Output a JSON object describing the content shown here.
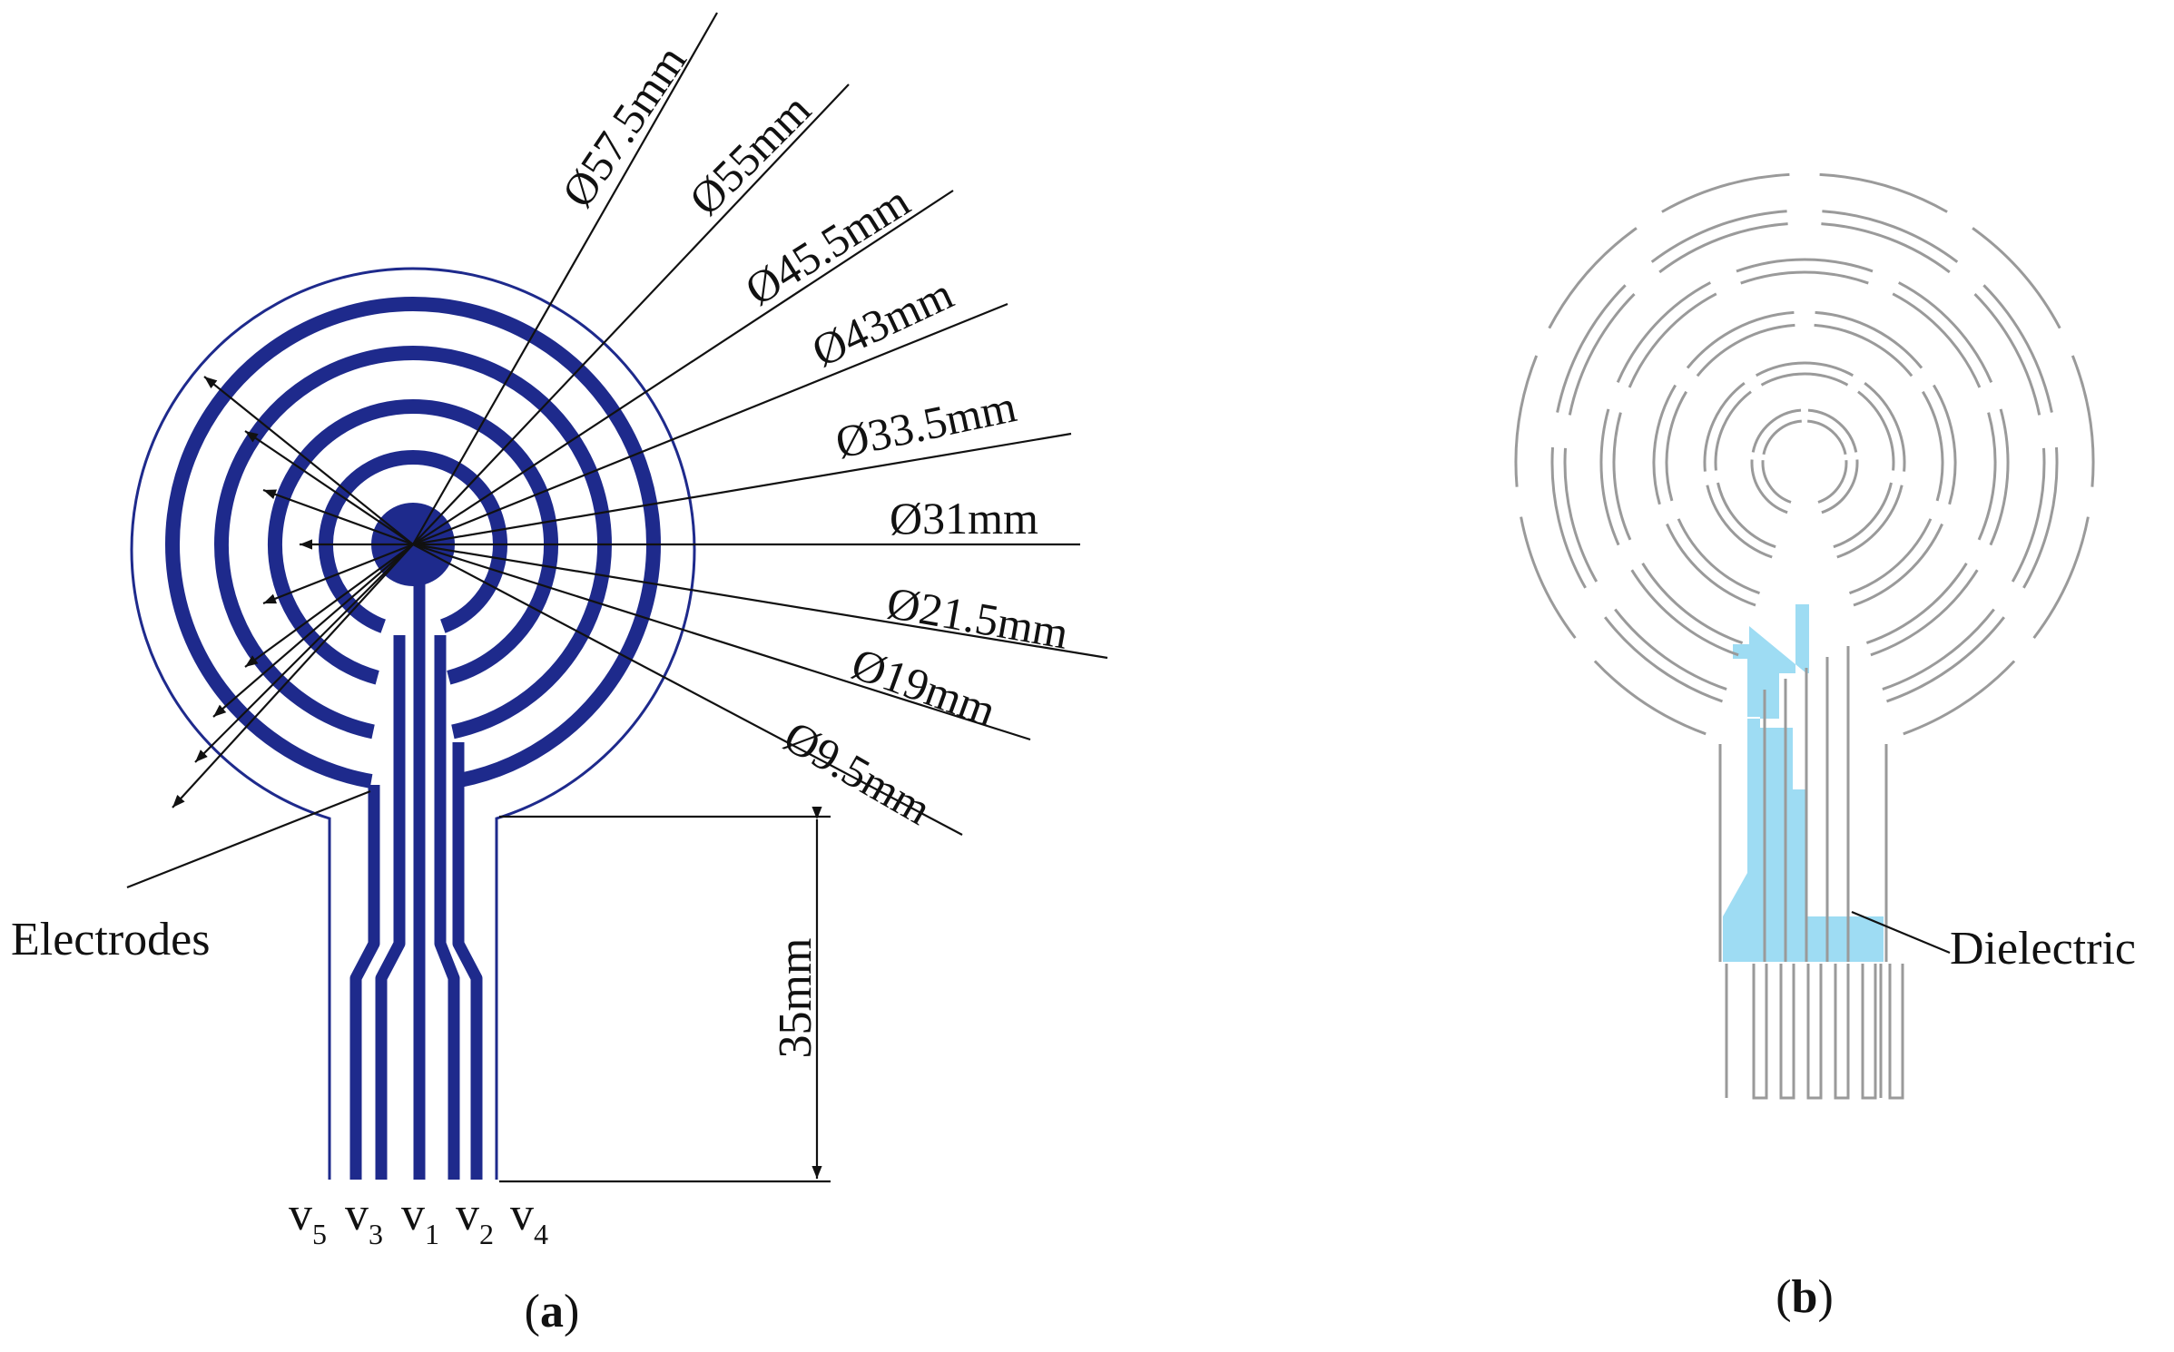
{
  "colors": {
    "electrode": "#1e2a8c",
    "outline": "#1e2a8c",
    "gray": "#9a9a9a",
    "dielectric": "#9edcf3",
    "ink": "#111111"
  },
  "panel_a": {
    "caption": "a",
    "diameters": [
      "Ø57.5mm",
      "Ø55mm",
      "Ø45.5mm",
      "Ø43mm",
      "Ø33.5mm",
      "Ø31mm",
      "Ø21.5mm",
      "Ø19mm",
      "Ø9.5mm"
    ],
    "length_label": "35mm",
    "electrodes_label": "Electrodes",
    "terminals": [
      {
        "letter": "v",
        "index": "5"
      },
      {
        "letter": "v",
        "index": "3"
      },
      {
        "letter": "v",
        "index": "1"
      },
      {
        "letter": "v",
        "index": "2"
      },
      {
        "letter": "v",
        "index": "4"
      }
    ]
  },
  "panel_b": {
    "caption": "b",
    "dielectric_label": "Dielectric"
  }
}
